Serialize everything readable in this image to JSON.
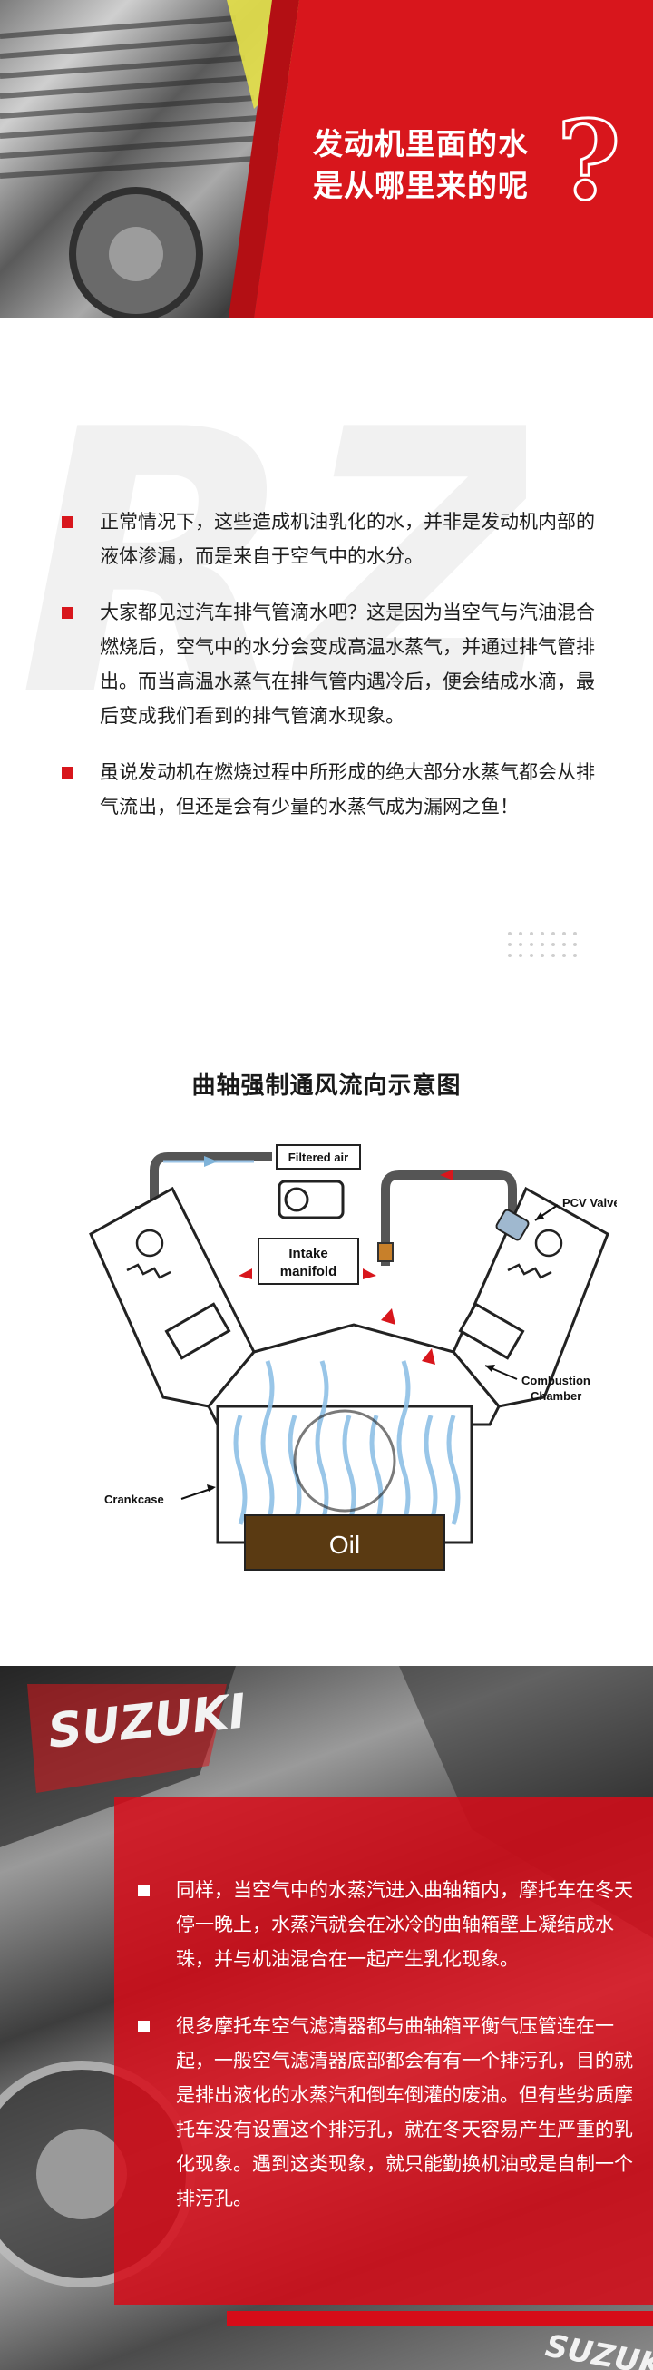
{
  "hero": {
    "title_line1": "发动机里面的水",
    "title_line2": "是从哪里来的呢",
    "question_mark": "?"
  },
  "intro": {
    "watermark": "RZ",
    "bullets": [
      "正常情况下，这些造成机油乳化的水，并非是发动机内部的液体渗漏，而是来自于空气中的水分。",
      "大家都见过汽车排气管滴水吧？这是因为当空气与汽油混合燃烧后，空气中的水分会变成高温水蒸气，并通过排气管排出。而当高温水蒸气在排气管内遇冷后，便会结成水滴，最后变成我们看到的排气管滴水现象。",
      "虽说发动机在燃烧过程中所形成的绝大部分水蒸气都会从排气流出，但还是会有少量的水蒸气成为漏网之鱼！"
    ]
  },
  "diagram": {
    "title": "曲轴强制通风流向示意图",
    "labels": {
      "filtered_air": "Filtered air",
      "pcv_valve": "PCV Valve",
      "intake_line1": "Intake",
      "intake_line2": "manifold",
      "combustion_line1": "Combustion",
      "combustion_line2": "Chamber",
      "crankcase": "Crankcase",
      "oil": "Oil"
    }
  },
  "bottom": {
    "brand_top": "SUZUKI",
    "brand_bottom": "SUZUKI",
    "bullets": [
      "同样，当空气中的水蒸汽进入曲轴箱内，摩托车在冬天停一晚上，水蒸汽就会在冰冷的曲轴箱壁上凝结成水珠，并与机油混合在一起产生乳化现象。",
      "很多摩托车空气滤清器都与曲轴箱平衡气压管连在一起，一般空气滤清器底部都会有有一个排污孔，目的就是排出液化的水蒸汽和倒车倒灌的废油。但有些劣质摩托车没有设置这个排污孔，就在冬天容易产生严重的乳化现象。遇到这类现象，就只能勤换机油或是自制一个排污孔。"
    ]
  },
  "colors": {
    "accent_red": "#d8161c",
    "oil_brown": "#5a3a12",
    "air_blue": "#7fb3d9"
  }
}
